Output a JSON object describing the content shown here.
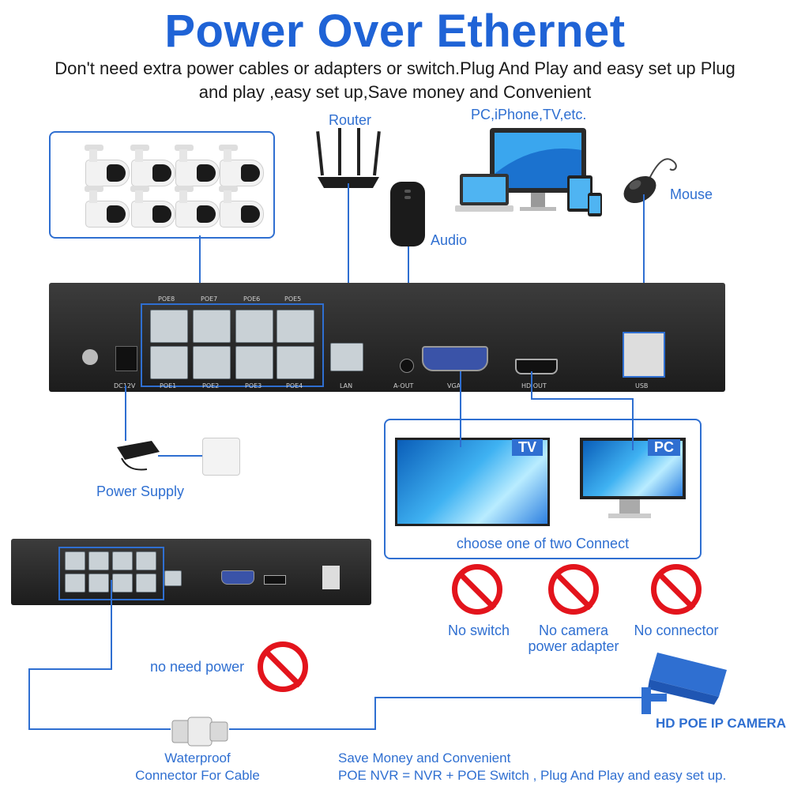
{
  "header": {
    "title": "Power Over Ethernet",
    "subtitle": "Don't need extra power cables or adapters or switch.Plug And Play and easy set up Plug and play ,easy set up,Save money and Convenient"
  },
  "devices": {
    "router": "Router",
    "audio": "Audio",
    "pc_iphone_tv": "PC,iPhone,TV,etc.",
    "mouse": "Mouse",
    "power_supply": "Power Supply"
  },
  "nvr_ports": {
    "top": [
      "POE8",
      "POE7",
      "POE6",
      "POE5"
    ],
    "bottom": [
      "POE1",
      "POE2",
      "POE3",
      "POE4"
    ],
    "dc": "DC12V",
    "lan": "LAN",
    "aout": "A-OUT",
    "vga": "VGA",
    "hdout": "HD OUT",
    "usb": "USB"
  },
  "display": {
    "tv_tag": "TV",
    "pc_tag": "PC",
    "caption": "choose one of two Connect"
  },
  "no_needs": {
    "switch": "No switch",
    "adapter_line1": "No camera",
    "adapter_line2": "power adapter",
    "connector": "No connector"
  },
  "bottom": {
    "no_need_power": "no need power",
    "waterproof_line1": "Waterproof",
    "waterproof_line2": "Connector For Cable",
    "camera_label": "HD POE IP CAMERA",
    "save_line1": "Save Money and Convenient",
    "save_line2": "POE NVR = NVR + POE Switch , Plug And Play and easy set up."
  },
  "colors": {
    "accent": "#2f6fd1",
    "title": "#1f63d6",
    "prohibit": "#e3141c"
  }
}
